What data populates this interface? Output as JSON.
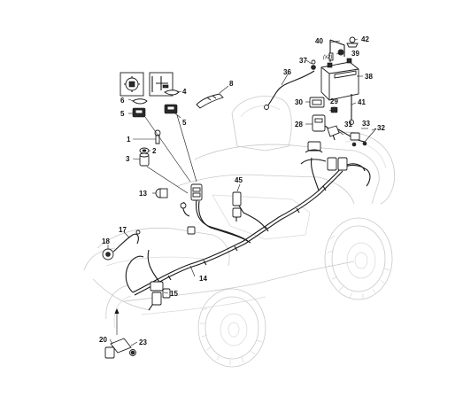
{
  "diagram": {
    "callouts": {
      "c1": "1",
      "c2": "2",
      "c3": "3",
      "c4": "4",
      "c5a": "5",
      "c5b": "5",
      "c6": "6",
      "c8": "8",
      "c13": "13",
      "c14": "14",
      "c15": "15",
      "c17": "17",
      "c18": "18",
      "c20": "20",
      "c23": "23",
      "c28": "28",
      "c29": "29",
      "c30": "30",
      "c31": "31",
      "c32": "32",
      "c33": "33",
      "c36": "36",
      "c37": "37",
      "c38": "38",
      "c39": "39",
      "c40": "40",
      "c41": "41",
      "c42": "42",
      "c45": "45"
    },
    "qty_note": "(x2)"
  }
}
